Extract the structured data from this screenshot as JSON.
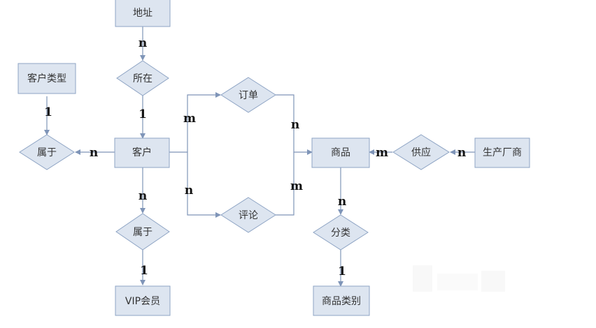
{
  "entities": {
    "address": "地址",
    "customer_type": "客户类型",
    "customer": "客户",
    "product": "商品",
    "manufacturer": "生产厂商",
    "vip_member": "VIP会员",
    "product_category": "商品类别"
  },
  "relationships": {
    "located_in": "所在",
    "belongs_type": "属于",
    "belongs_vip": "属于",
    "order": "订单",
    "review": "评论",
    "supply": "供应",
    "categorize": "分类"
  },
  "cardinalities": {
    "address_located_in": "n",
    "located_in_customer": "1",
    "customer_type_belongs": "1",
    "customer_belongs_type": "n",
    "customer_order": "m",
    "order_product": "n",
    "customer_review": "n",
    "review_product": "m",
    "customer_belongs_vip": "n",
    "belongs_vip_member": "1",
    "supply_product": "m",
    "manufacturer_supply": "n",
    "product_categorize": "n",
    "categorize_category": "1"
  },
  "colors": {
    "entity_fill": "#dde5f0",
    "entity_stroke": "#8ea4c4",
    "line": "#7f95b8"
  }
}
